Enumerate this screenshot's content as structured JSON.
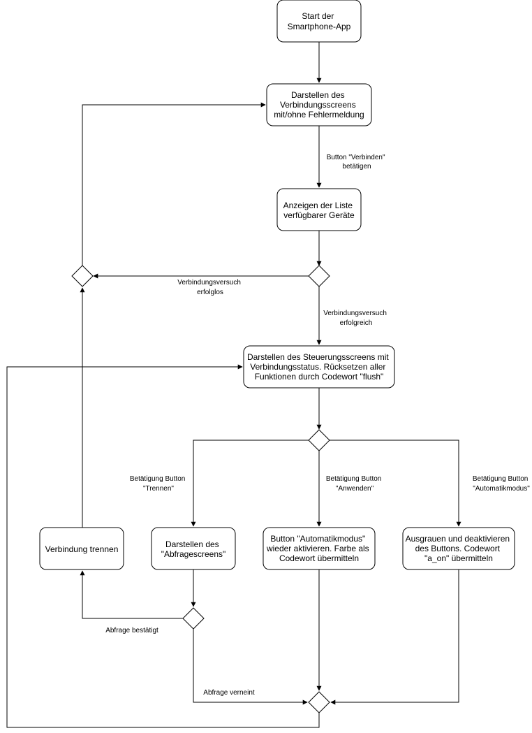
{
  "nodes": {
    "start": [
      "Start der",
      "Smartphone-App"
    ],
    "connection_screen": [
      "Darstellen des",
      "Verbindungsscreens",
      "mit/ohne Fehlermeldung"
    ],
    "device_list": [
      "Anzeigen der Liste",
      "verfügbarer Geräte"
    ],
    "control_screen": [
      "Darstellen des Steuerungsscreens mit",
      "Verbindungsstatus. Rücksetzen aller",
      "Funktionen durch Codewort \"flush\""
    ],
    "disconnect": [
      "Verbindung trennen"
    ],
    "query_screen": [
      "Darstellen des",
      "\"Abfragescreens\""
    ],
    "reactivate_auto": [
      "Button \"Automatikmodus\"",
      "wieder aktivieren. Farbe als",
      "Codewort übermitteln"
    ],
    "gray_out": [
      "Ausgrauen und deaktivieren",
      "des Buttons. Codewort",
      "\"a_on\" übermitteln"
    ]
  },
  "edge_labels": {
    "press_connect": [
      "Button \"Verbinden\"",
      "betätigen"
    ],
    "connect_failed": [
      "Verbindungsversuch",
      "erfolglos"
    ],
    "connect_success": [
      "Verbindungsversuch",
      "erfolgreich"
    ],
    "press_disconnect": [
      "Betätigung Button",
      "\"Trennen\""
    ],
    "press_apply": [
      "Betätigung Button",
      "\"Anwenden\""
    ],
    "press_auto": [
      "Betätigung Button",
      "\"Automatikmodus\""
    ],
    "query_confirmed": [
      "Abfrage bestätigt"
    ],
    "query_denied": [
      "Abfrage verneint"
    ]
  }
}
